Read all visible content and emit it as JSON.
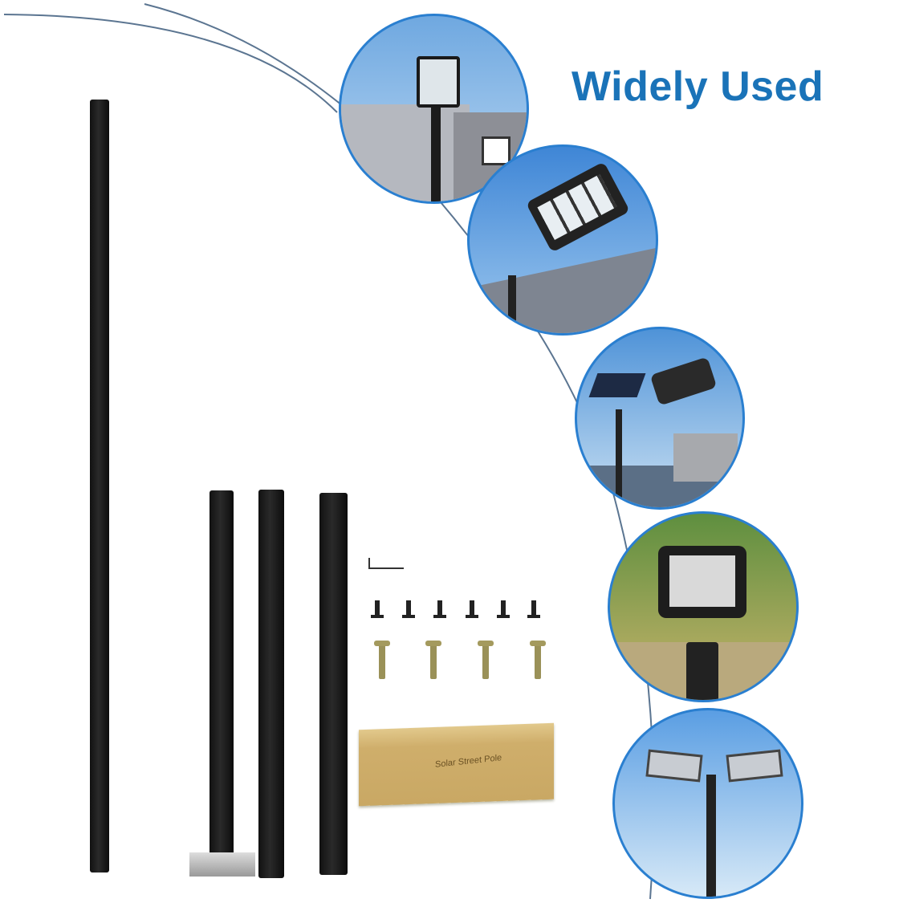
{
  "heading": "Widely Used",
  "box_label": "Solar Street Pole",
  "accent_color": "#1a73b8",
  "uses": [
    {
      "name": "garden-lamp-post"
    },
    {
      "name": "solar-street-light"
    },
    {
      "name": "solar-panel-street-light"
    },
    {
      "name": "flood-light"
    },
    {
      "name": "parking-lot-light"
    }
  ]
}
